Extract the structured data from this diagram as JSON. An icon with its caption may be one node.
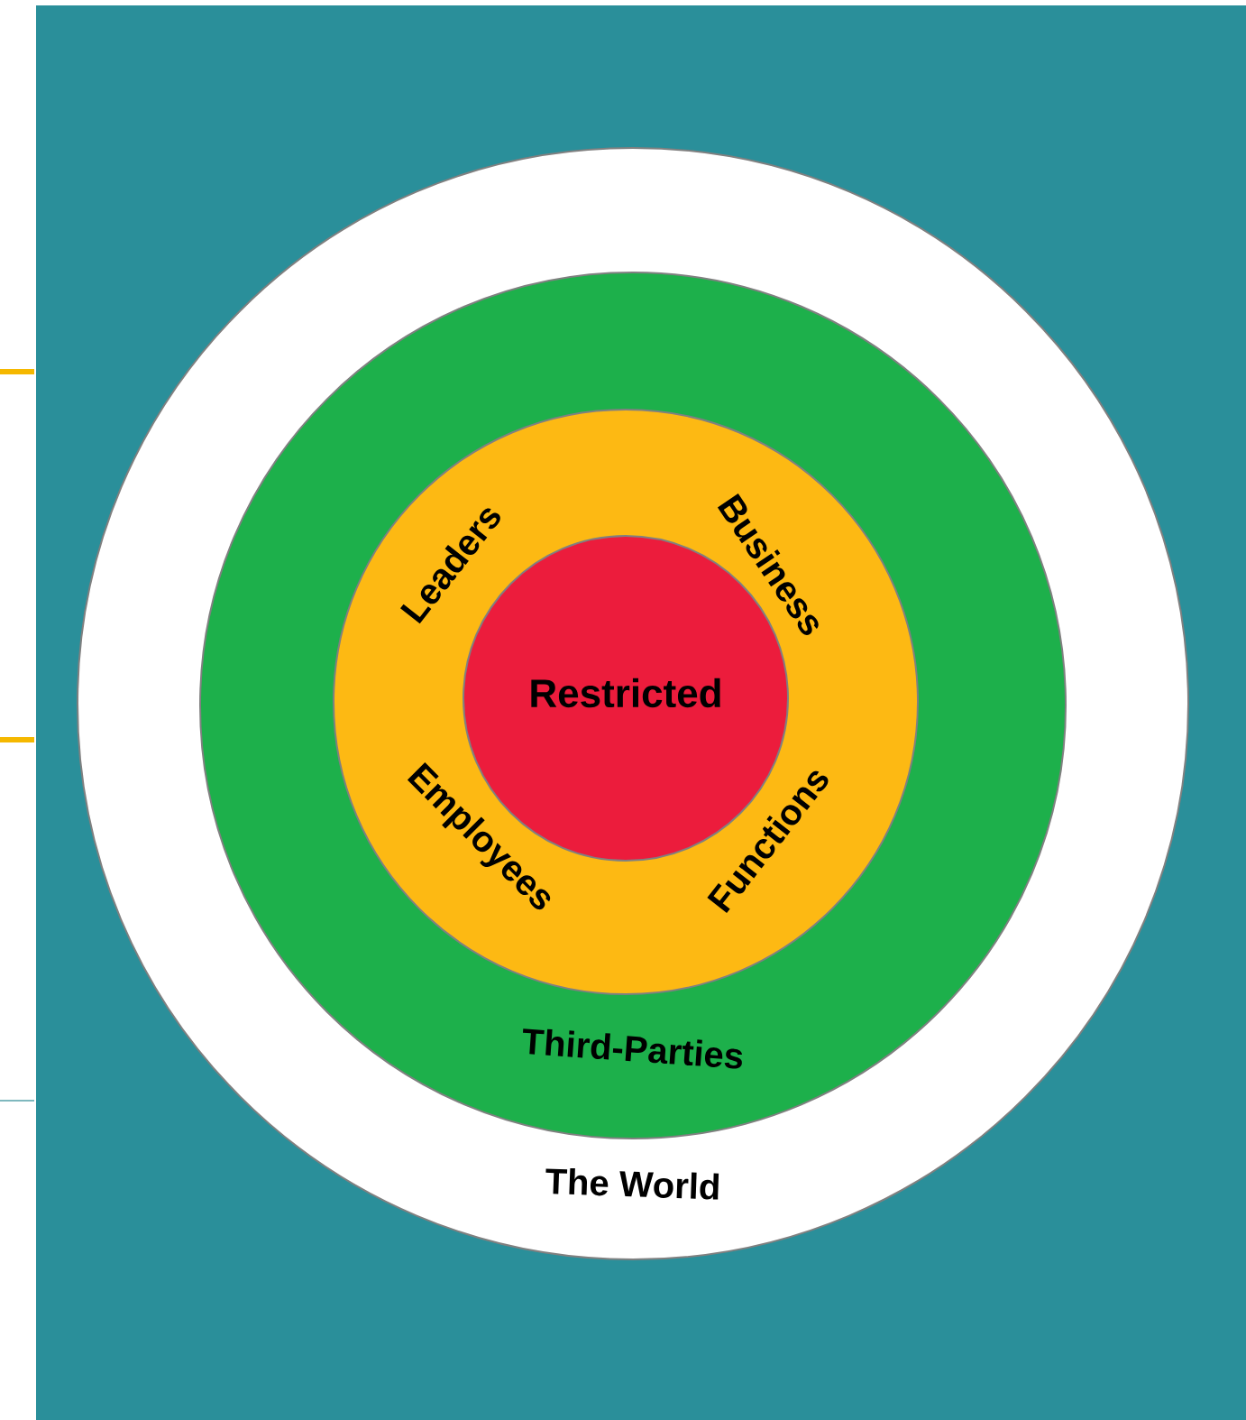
{
  "diagram": {
    "nodes": [
      {
        "text": [
          "The World"
        ]
      },
      {
        "text": [
          "Third-Parties"
        ],
        "in": 0
      },
      {
        "text": [
          "Leaders",
          "Business",
          "Employees",
          "Functions"
        ],
        "in": 1
      },
      {
        "text": [
          "Restricted"
        ],
        "in": 2
      }
    ]
  }
}
